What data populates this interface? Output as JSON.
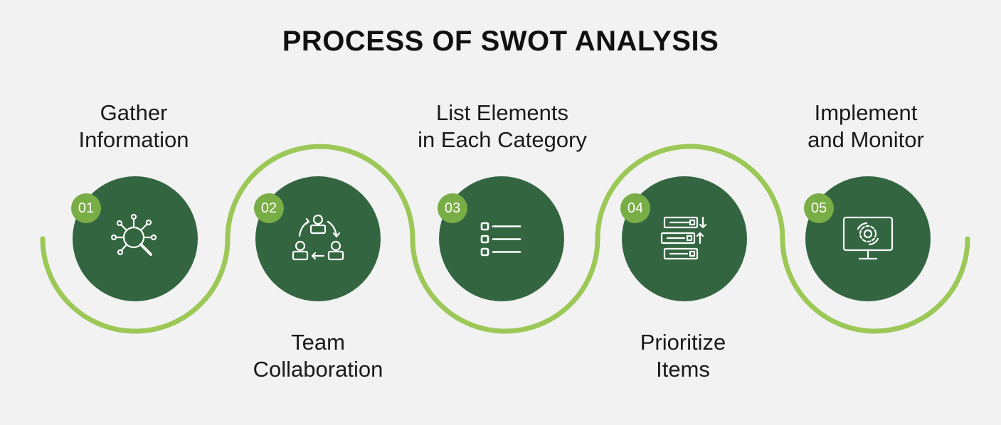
{
  "title": "PROCESS OF SWOT ANALYSIS",
  "colors": {
    "background": "#f2f2f2",
    "circle": "#336640",
    "badge": "#79ad45",
    "wave": "#9cc857",
    "title": "#111111"
  },
  "steps": [
    {
      "number": "01",
      "label_lines": [
        "Gather",
        "Information"
      ],
      "icon": "magnifier-network-icon"
    },
    {
      "number": "02",
      "label_lines": [
        "Team",
        "Collaboration"
      ],
      "icon": "team-cycle-icon"
    },
    {
      "number": "03",
      "label_lines": [
        "List Elements",
        "in Each Category"
      ],
      "icon": "checklist-icon"
    },
    {
      "number": "04",
      "label_lines": [
        "Prioritize",
        "Items"
      ],
      "icon": "sort-list-icon"
    },
    {
      "number": "05",
      "label_lines": [
        "Implement",
        "and Monitor"
      ],
      "icon": "monitor-gear-icon"
    }
  ]
}
